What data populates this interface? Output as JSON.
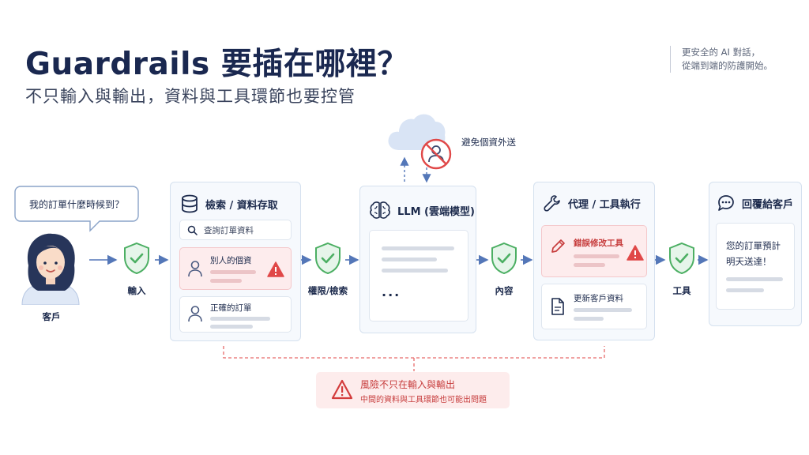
{
  "title": "Guardrails 要插在哪裡？",
  "subtitle": "不只輸入與輸出，資料與工具環節也要控管",
  "side_note": [
    "更安全的 AI 對話，",
    "從端到端的防護開始。"
  ],
  "customer": {
    "bubble": "我的訂單什麼時候到？",
    "label": "客戶"
  },
  "guards": {
    "input": "輸入",
    "permission": "權限/檢索",
    "content": "內容",
    "tool": "工具"
  },
  "retrieval": {
    "title": "檢索 / 資料存取",
    "search_placeholder": "查詢訂單資料",
    "wrong_item": "別人的個資",
    "right_item": "正確的訂單"
  },
  "llm": {
    "title": "LLM (雲端模型)",
    "ellipsis": "...",
    "cloud_note": "避免個資外送"
  },
  "agent": {
    "title": "代理 / 工具執行",
    "wrong_tool": "錯誤修改工具",
    "right_tool": "更新客戶資料"
  },
  "reply": {
    "title": "回覆給客戶",
    "message_line1": "您的訂單預計",
    "message_line2": "明天送達！"
  },
  "risk": {
    "line1": "風險不只在輸入與輸出",
    "line2": "中間的資料與工具環節也可能出問題"
  },
  "colors": {
    "navy": "#1a2850",
    "blue_arrow": "#5477b8",
    "shield_green": "#4caf63",
    "warning_red": "#e04848",
    "card_bg": "#f6f9fd"
  }
}
